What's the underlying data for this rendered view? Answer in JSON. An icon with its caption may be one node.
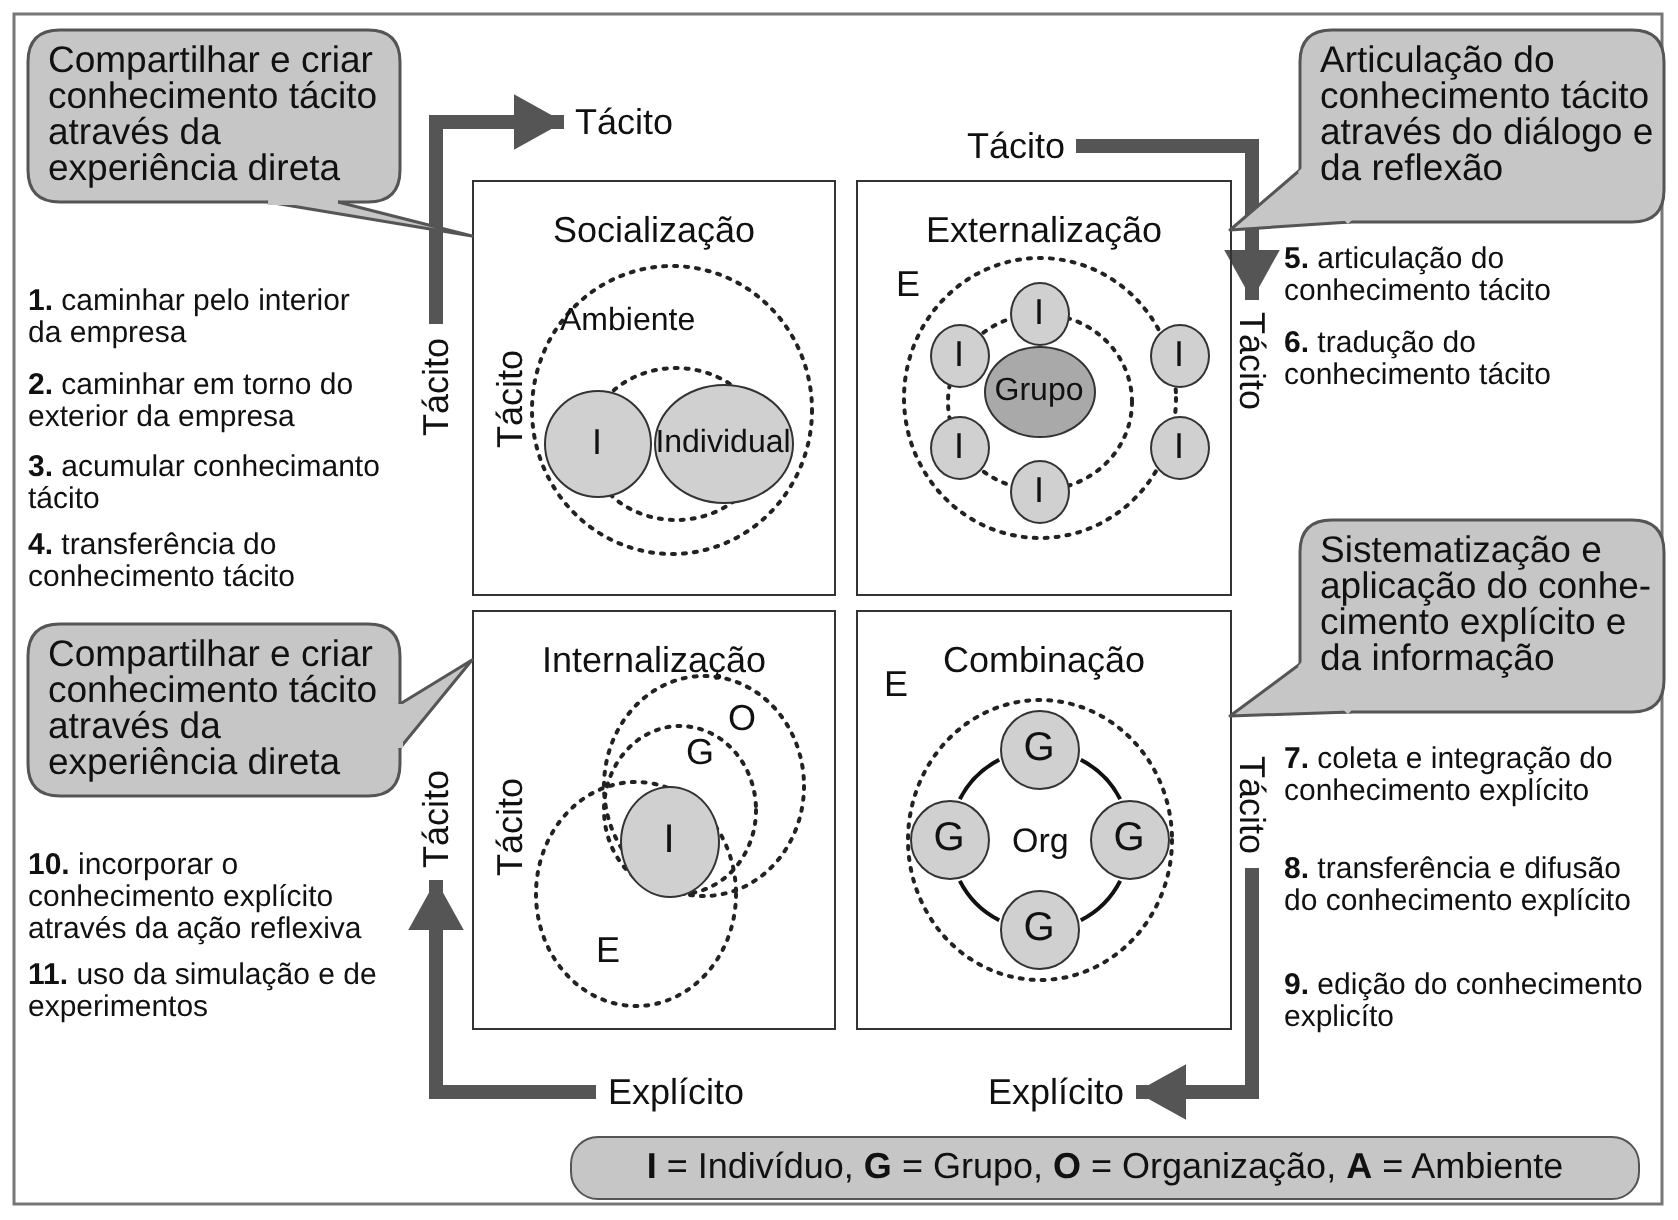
{
  "diagram": {
    "nodes": [
      {
        "text": [
          "Socialização"
        ]
      },
      {
        "text": [
          "I"
        ],
        "in": 0
      },
      {
        "text": [
          "Individual"
        ],
        "in": 0
      },
      {
        "text": [
          "Externalização"
        ]
      },
      {
        "text": [
          "Grupo"
        ],
        "in": 3
      },
      {
        "text": [
          "I"
        ],
        "in": 3
      },
      {
        "text": [
          "I"
        ],
        "in": 3
      },
      {
        "text": [
          "I"
        ],
        "in": 3
      },
      {
        "text": [
          "I"
        ],
        "in": 3
      },
      {
        "text": [
          "I"
        ],
        "in": 3
      },
      {
        "text": [
          "I"
        ],
        "in": 3
      },
      {
        "text": [
          "Internalização"
        ]
      },
      {
        "text": [
          "I"
        ],
        "in": 11
      },
      {
        "text": [
          "Combinação"
        ]
      },
      {
        "text": [
          "G"
        ],
        "in": 13
      },
      {
        "text": [
          "G"
        ],
        "in": 13
      },
      {
        "text": [
          "G"
        ],
        "in": 13
      },
      {
        "text": [
          "G"
        ],
        "in": 13
      },
      {
        "text": [
          "Compartilhar e criar conhecimento tácito através da experiência direta"
        ]
      },
      {
        "text": [
          "Articulação do conhecimento tácito através do diálogo e da reflexão"
        ]
      },
      {
        "text": [
          "Sistematização e aplicação do conhe- cimento explícito e da informação"
        ]
      },
      {
        "text": [
          "Compartilhar e criar conhecimento tácito através da experiência direta"
        ]
      },
      {
        "text": [
          "Tácito"
        ]
      },
      {
        "text": [
          "Tácito"
        ]
      },
      {
        "text": [
          "Tácito"
        ]
      },
      {
        "text": [
          "Tácito"
        ]
      },
      {
        "text": [
          "Tácito"
        ]
      },
      {
        "text": [
          "Tácito"
        ]
      },
      {
        "text": [
          "Explícito"
        ]
      },
      {
        "text": [
          "Explícito"
        ]
      },
      {
        "text": [
          "**I** = Indivíduo, **G** = Grupo, **O** = Organização, **A** = Ambiente"
        ]
      }
    ],
    "edges": [
      {
        "from": 24,
        "to": 22,
        "arrow": "to",
        "style": "thick"
      },
      {
        "from": 23,
        "to": 25,
        "arrow": "to",
        "style": "thick"
      },
      {
        "from": 27,
        "to": 29,
        "arrow": "to",
        "style": "thick"
      },
      {
        "from": 28,
        "to": 26,
        "arrow": "to",
        "style": "thick"
      },
      {
        "from": 14,
        "to": 15,
        "arrow": "none"
      },
      {
        "from": 14,
        "to": 16,
        "arrow": "none"
      },
      {
        "from": 15,
        "to": 17,
        "arrow": "none"
      },
      {
        "from": 16,
        "to": 17,
        "arrow": "none"
      }
    ],
    "labels": [
      "**1.** caminhar pelo interior da empresa",
      "**2.** caminhar em torno do exterior da empresa",
      "**3.** acumular conhecimanto tácito",
      "**4.** transferência do conhecimento tácito",
      "Ambiente",
      "Tácito",
      "E",
      "**5.** articulação do conhecimento tácito",
      "**6.** tradução do conhecimento tácito",
      "O",
      "G",
      "Tácito",
      "E",
      "**10.** incorporar o conhecimento explícito através da ação reflexiva",
      "**11.** uso da simulação e de experimentos",
      "E",
      "Org",
      "**7.** coleta e integração do conhecimento explícito",
      "**8.** transferência e difusão do conhecimento explícito",
      "**9.** edição do conhecimento explicíto"
    ]
  }
}
